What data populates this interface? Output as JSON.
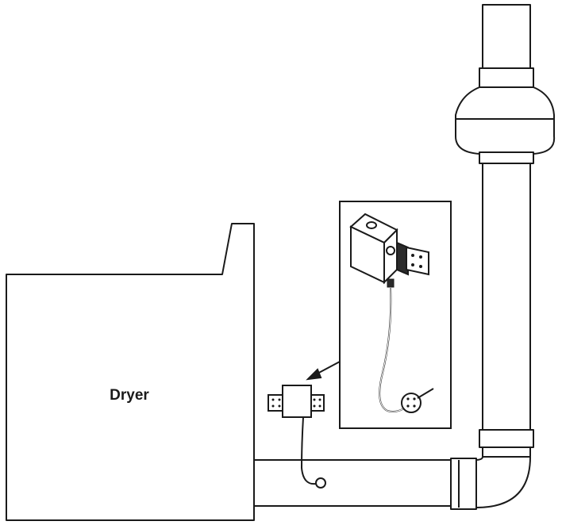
{
  "dryer": {
    "label": "Dryer"
  },
  "components": {
    "exhaust_fan": "inline-booster-fan",
    "pressure_switch": "dryer-duct-pressure-sensor",
    "detail_callout": "sensor-detail-inset"
  },
  "colors": {
    "stroke": "#1a1a1a",
    "fill": "#ffffff",
    "sensor_dark": "#2b2b2b",
    "sensor_light": "#ffffff"
  }
}
